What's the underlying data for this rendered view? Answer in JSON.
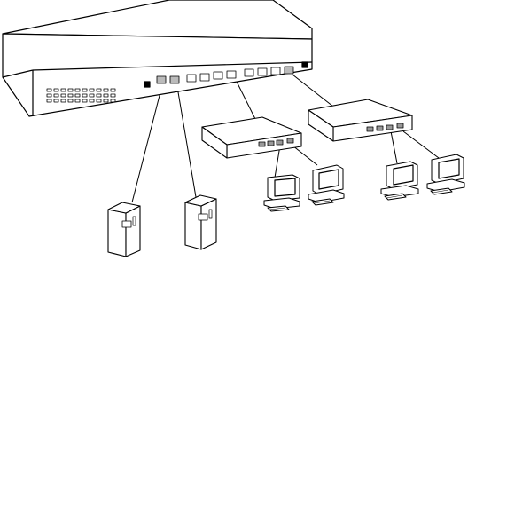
{
  "diagram": {
    "nodes": [
      {
        "id": "main-switch",
        "kind": "rack-switch",
        "icon": "network-switch-icon"
      },
      {
        "id": "hub-left",
        "kind": "desktop-switch",
        "icon": "network-hub-icon"
      },
      {
        "id": "hub-right",
        "kind": "desktop-switch",
        "icon": "network-hub-icon"
      },
      {
        "id": "server-1",
        "kind": "tower-server",
        "icon": "server-icon"
      },
      {
        "id": "server-2",
        "kind": "tower-server",
        "icon": "server-icon"
      },
      {
        "id": "workstation-1",
        "kind": "workstation",
        "icon": "computer-icon"
      },
      {
        "id": "workstation-2",
        "kind": "workstation",
        "icon": "computer-icon"
      },
      {
        "id": "workstation-3",
        "kind": "workstation",
        "icon": "computer-icon"
      },
      {
        "id": "workstation-4",
        "kind": "workstation",
        "icon": "computer-icon"
      }
    ],
    "connections": [
      {
        "from": "main-switch",
        "to": "server-1"
      },
      {
        "from": "main-switch",
        "to": "server-2"
      },
      {
        "from": "main-switch",
        "to": "hub-left"
      },
      {
        "from": "main-switch",
        "to": "hub-right"
      },
      {
        "from": "hub-left",
        "to": "workstation-1"
      },
      {
        "from": "hub-left",
        "to": "workstation-2"
      },
      {
        "from": "hub-right",
        "to": "workstation-3"
      },
      {
        "from": "hub-right",
        "to": "workstation-4"
      }
    ],
    "colors": {
      "line": "#000000",
      "fill": "#ffffff",
      "port": "#555555"
    }
  }
}
